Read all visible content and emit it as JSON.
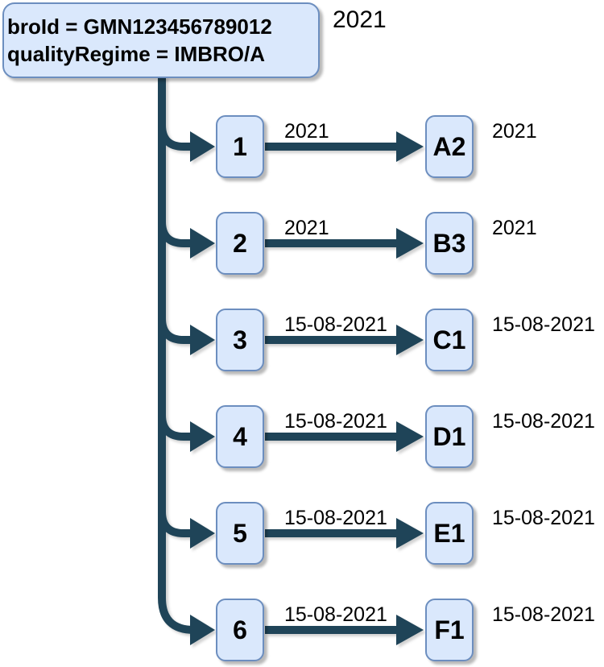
{
  "diagram": {
    "root": {
      "line1": "broId = GMN123456789012",
      "line2": "qualityRegime = IMBRO/A",
      "side_label": "2021"
    },
    "rows": [
      {
        "source": "1",
        "edge_label": "2021",
        "target": "A2",
        "side_label": "2021"
      },
      {
        "source": "2",
        "edge_label": "2021",
        "target": "B3",
        "side_label": "2021"
      },
      {
        "source": "3",
        "edge_label": "15-08-2021",
        "target": "C1",
        "side_label": "15-08-2021"
      },
      {
        "source": "4",
        "edge_label": "15-08-2021",
        "target": "D1",
        "side_label": "15-08-2021"
      },
      {
        "source": "5",
        "edge_label": "15-08-2021",
        "target": "E1",
        "side_label": "15-08-2021"
      },
      {
        "source": "6",
        "edge_label": "15-08-2021",
        "target": "F1",
        "side_label": "15-08-2021"
      }
    ],
    "colors": {
      "node_fill": "#dae8fc",
      "node_border": "#6c8ebf",
      "connector": "#1f4458",
      "label_text": "#000000",
      "shadow": "rgba(0,0,0,0.28)"
    }
  }
}
